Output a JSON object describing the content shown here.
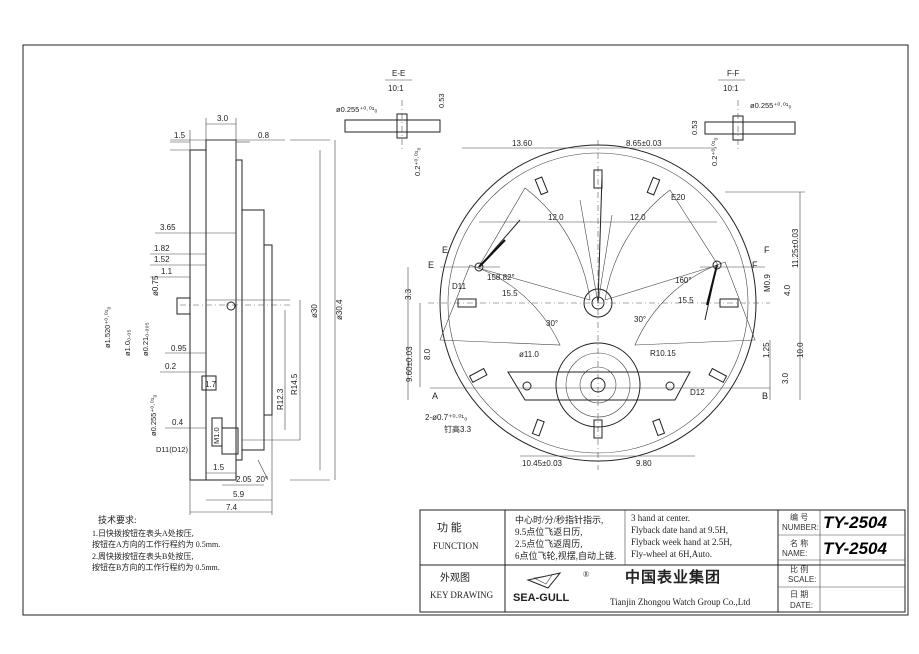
{
  "views": {
    "section_e": {
      "label": "E-E",
      "scale": "10:1",
      "dims": [
        "ø0.255⁺⁰·⁰¹₀",
        "0.53",
        "0.2⁺⁰·⁰¹₀"
      ]
    },
    "section_f": {
      "label": "F-F",
      "scale": "10:1",
      "dims": [
        "ø0.255⁺⁰·⁰¹₀",
        "0.53",
        "0.2⁺⁰·⁰¹₀"
      ]
    }
  },
  "side_view": {
    "dims_top": [
      "3.0",
      "1.5",
      "0.8"
    ],
    "dims_left": [
      "3.65",
      "1.82",
      "1.52",
      "1.1",
      "ø0.75",
      "ø1.520⁺⁰·⁰¹₀",
      "ø1.0₀.₀₅",
      "ø0.21₀.₀₀₅",
      "0.95",
      "0.2",
      "ø0.255⁺⁰·⁰¹₀",
      "0.4"
    ],
    "dims_right": [
      "ø30",
      "ø30.4",
      "R14.5",
      "R12.3"
    ],
    "dims_bottom": [
      "1.5",
      "2.05",
      "5.9",
      "7.4",
      "20°"
    ],
    "labels": [
      "1.7",
      "M1.0",
      "D11(D12)"
    ]
  },
  "front_view": {
    "dims": [
      "13.60",
      "8.65±0.03",
      "12.0",
      "12.0",
      "11.25±0.03",
      "158.82°",
      "160°",
      "15.5",
      "15.5",
      "3.3",
      "9.60±0.03",
      "8.0",
      "30°",
      "30°",
      "ø11.0",
      "R10.15",
      "1.25",
      "10.0",
      "3.0",
      "4.0",
      "M0.9",
      "10.45±0.03",
      "9.80",
      "2-ø0.7⁺⁰·⁰¹₀",
      "钉高3.3"
    ],
    "labels": [
      "E",
      "E",
      "F",
      "F",
      "A",
      "B",
      "D11",
      "D12",
      "E20"
    ]
  },
  "notes": {
    "title": "技术要求:",
    "lines": [
      "1.日快拨按钮在表头A处按压,",
      "  按钮在A方向的工作行程约为 0.5mm.",
      "2.周快拨按钮在表头B处按压,",
      "  按钮在B方向的工作行程约为 0.5mm."
    ]
  },
  "title_block": {
    "function_label_cn": "功 能",
    "function_label_en": "FUNCTION",
    "function_cn": [
      "中心时/分/秒指针指示,",
      "9.5点位飞返日历,",
      "2.5点位飞返周历,",
      "6点位飞轮,视摆,自动上链."
    ],
    "function_en": [
      "3 hand at center.",
      "Flyback date hand at 9.5H,",
      "Flyback week hand at 2.5H,",
      "Fly-wheel at 6H,Auto."
    ],
    "key_drawing_cn": "外观图",
    "key_drawing_en": "KEY DRAWING",
    "brand": "SEA-GULL",
    "registered": "®",
    "company_cn": "中国表业集团",
    "company_en": "Tianjin Zhongou Watch  Group Co.,Ltd",
    "number_cn": "编 号",
    "number_en": "NUMBER:",
    "number_value": "TY-2504",
    "name_cn": "名 称",
    "name_en": "NAME:",
    "name_value": "TY-2504",
    "scale_cn": "比 例",
    "scale_en": "SCALE:",
    "date_cn": "日 期",
    "date_en": "DATE:"
  }
}
